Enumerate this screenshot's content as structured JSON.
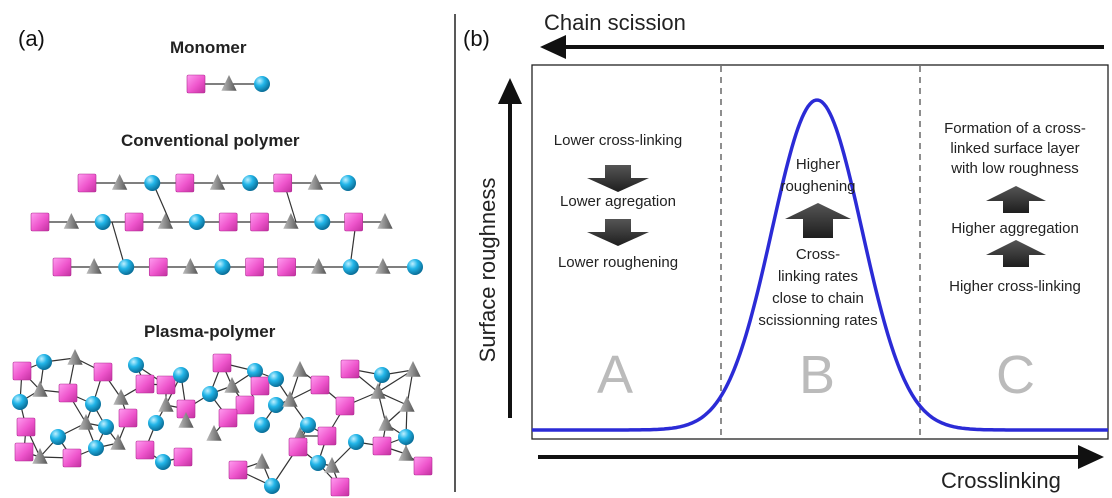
{
  "panel_a": {
    "label": "(a)",
    "monomer_title": "Monomer",
    "conventional_title": "Conventional polymer",
    "plasma_title": "Plasma-polymer",
    "colors": {
      "cube": "#ee55cc",
      "sphere": "#22b5e8",
      "cone": "#8a8a8a"
    }
  },
  "panel_b": {
    "label": "(b)",
    "top_arrow_label": "Chain scission",
    "bottom_arrow_label": "Crosslinking",
    "y_axis_label": "Surface roughness",
    "curve_color": "#2b2bd6",
    "regions": {
      "a": {
        "letter": "A",
        "line1": "Lower cross-linking",
        "line2": "Lower agregation",
        "line3": "Lower roughening"
      },
      "b": {
        "letter": "B",
        "top1": "Higher",
        "top2": "roughening",
        "bottom1": "Cross-",
        "bottom2": "linking rates",
        "bottom3": "close to chain",
        "bottom4": "scissionning rates"
      },
      "c": {
        "letter": "C",
        "top1": "Formation of a cross-",
        "top2": "linked surface layer",
        "top3": "with low roughness",
        "mid": "Higher aggregation",
        "bottom": "Higher cross-linking"
      }
    }
  }
}
